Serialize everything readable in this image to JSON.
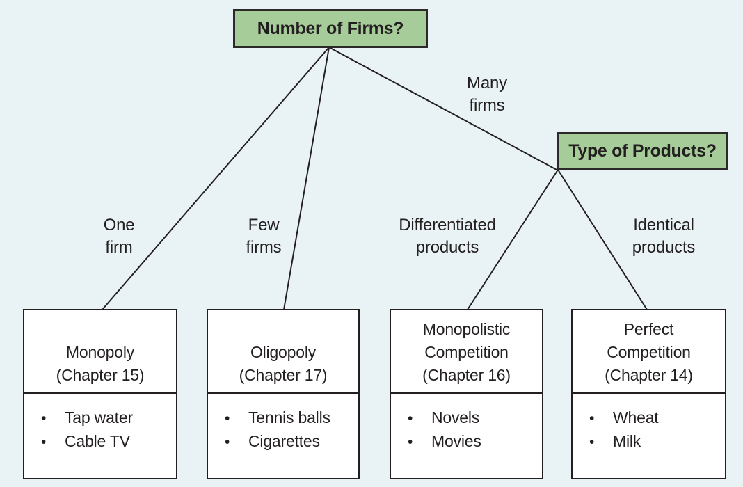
{
  "palette": {
    "background": "#e9f3f5",
    "question_box_green": "#a6cc99",
    "ink": "#231f20",
    "outcome_box_white": "#ffffff"
  },
  "glyphs": {
    "bullet": "•"
  },
  "diagram": {
    "root_question": "Number of Firms?",
    "secondary_question": "Type of Products?",
    "branches": {
      "one_firm": {
        "line1": "One",
        "line2": "firm"
      },
      "few_firms": {
        "line1": "Few",
        "line2": "firms"
      },
      "many_firms": {
        "line1": "Many",
        "line2": "firms"
      },
      "differentiated": {
        "line1": "Differentiated",
        "line2": "products"
      },
      "identical": {
        "line1": "Identical",
        "line2": "products"
      }
    },
    "outcomes": [
      {
        "title_lines": [
          "Monopoly",
          "(Chapter 15)"
        ],
        "examples": [
          "Tap water",
          "Cable TV"
        ]
      },
      {
        "title_lines": [
          "Oligopoly",
          "(Chapter 17)"
        ],
        "examples": [
          "Tennis balls",
          "Cigarettes"
        ]
      },
      {
        "title_lines": [
          "Monopolistic",
          "Competition",
          "(Chapter 16)"
        ],
        "examples": [
          "Novels",
          "Movies"
        ]
      },
      {
        "title_lines": [
          "Perfect",
          "Competition",
          "(Chapter 14)"
        ],
        "examples": [
          "Wheat",
          "Milk"
        ]
      }
    ]
  }
}
